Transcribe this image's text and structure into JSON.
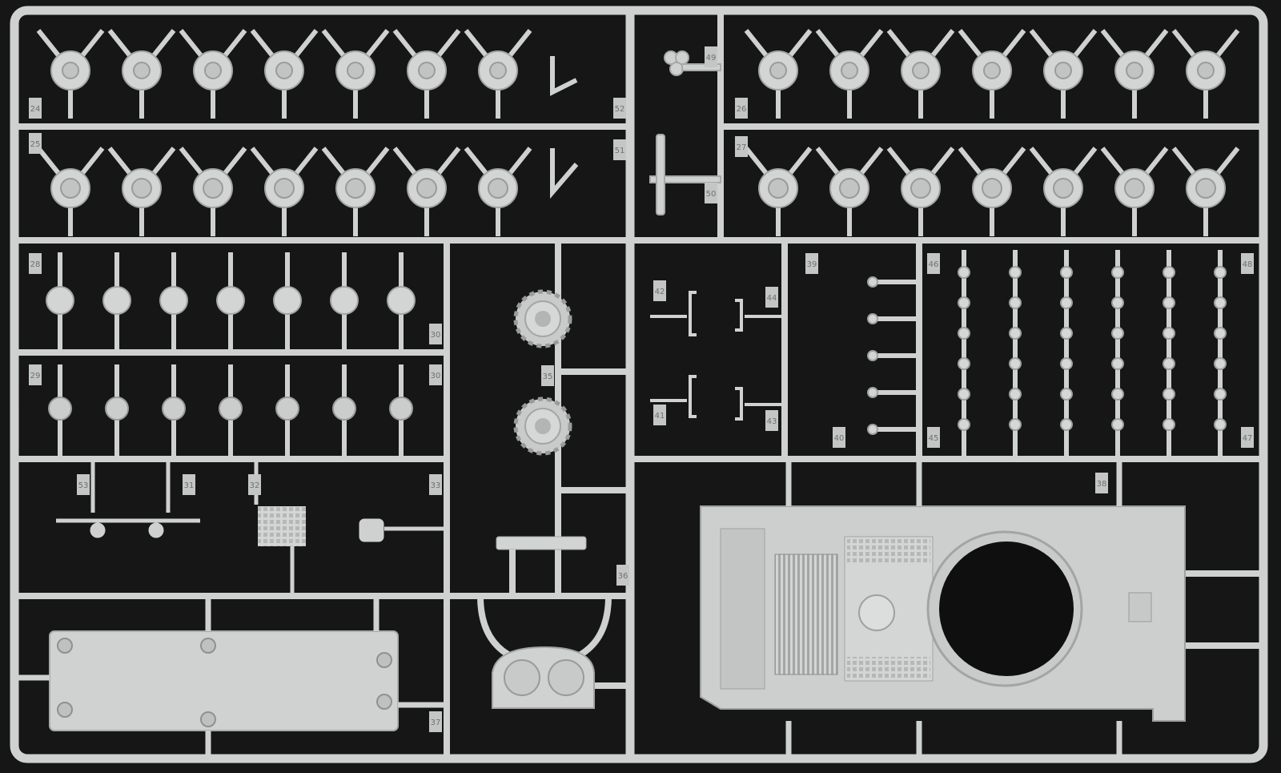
{
  "scene": {
    "subject": "plastic-model-kit-sprue",
    "background_color": "#161616",
    "plastic_color": "#cfd1d1",
    "plastic_shadow": "#a9abab",
    "plastic_highlight": "#e6e7e7"
  },
  "part_numbers": {
    "p24": "24",
    "p25": "25",
    "p26": "26",
    "p27": "27",
    "p28": "28",
    "p29": "29",
    "p30a": "30",
    "p30b": "30",
    "p31": "31",
    "p32": "32",
    "p33": "33",
    "p35": "35",
    "p36": "36",
    "p37": "37",
    "p38": "38",
    "p39": "39",
    "p40": "40",
    "p41": "41",
    "p42": "42",
    "p43": "43",
    "p44": "44",
    "p45": "45",
    "p46": "46",
    "p47": "47",
    "p48": "48",
    "p49": "49",
    "p50": "50",
    "p51": "51",
    "p52": "52",
    "p53": "53"
  }
}
